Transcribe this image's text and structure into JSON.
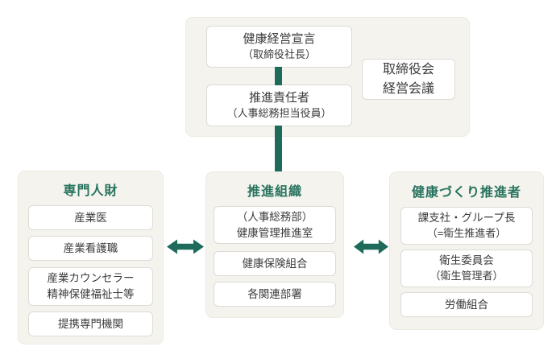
{
  "colors": {
    "accent_teal": "#1e6b5b",
    "heading_green": "#27735e",
    "panel_background": "#f4f3ee",
    "box_border": "#dcdbd4",
    "text": "#3c3c3c",
    "page_background": "#ffffff"
  },
  "icons": {
    "double_arrow": "↔",
    "vertical_connector": "┃"
  },
  "top_section": {
    "declaration_box": {
      "line1": "健康経営宣言",
      "line2": "（取締役社長）"
    },
    "leader_box": {
      "line1": "推進責任者",
      "line2": "（人事総務担当役員）"
    },
    "board_box": {
      "line1": "取締役会",
      "line2": "経営会議"
    }
  },
  "columns": {
    "specialists": {
      "title": "専門人財",
      "items": [
        {
          "line1": "産業医"
        },
        {
          "line1": "産業看護職"
        },
        {
          "line1": "産業カウンセラー",
          "line2": "精神保健福祉士等"
        },
        {
          "line1": "提携専門機関"
        }
      ]
    },
    "promotion_org": {
      "title": "推進組織",
      "items": [
        {
          "line1": "（人事総務部）",
          "line2": "健康管理推進室"
        },
        {
          "line1": "健康保険組合"
        },
        {
          "line1": "各関連部署"
        }
      ]
    },
    "health_promoters": {
      "title": "健康づくり推進者",
      "items": [
        {
          "line1": "課支社・グループ長",
          "line2": "（=衛生推進者）"
        },
        {
          "line1": "衛生委員会",
          "line2": "（衛生管理者）"
        },
        {
          "line1": "労働組合"
        }
      ]
    }
  }
}
